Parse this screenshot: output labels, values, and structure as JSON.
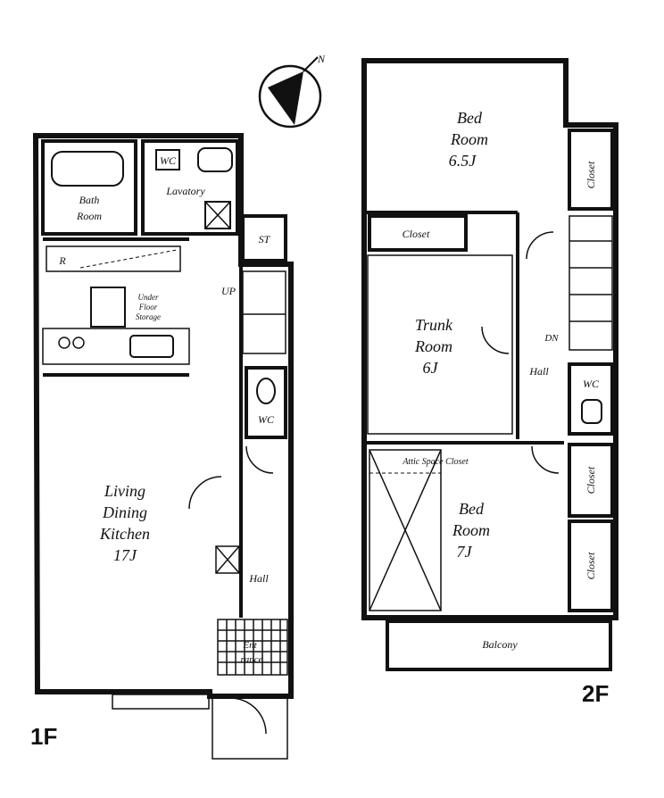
{
  "floor_1": {
    "floor_label": "1F",
    "rooms": {
      "bath": [
        "Bath",
        "Room"
      ],
      "wc_mark": "WC",
      "lavatory": "Lavatory",
      "st": "ST",
      "refrigerator": "R",
      "under_floor_storage": [
        "Under",
        "Floor",
        "Storage"
      ],
      "up": "UP",
      "wc": "WC",
      "ldk": [
        "Living",
        "Dining",
        "Kitchen",
        "17J"
      ],
      "hall": "Hall",
      "entrance": [
        "Ent",
        "rance"
      ]
    }
  },
  "floor_2": {
    "floor_label": "2F",
    "rooms": {
      "bedroom_1": [
        "Bed",
        "Room",
        "6.5J"
      ],
      "closet_top": "Closet",
      "closet_right_1": "Closet",
      "trunk_room": [
        "Trunk",
        "Room",
        "6J"
      ],
      "dn": "DN",
      "hall": "Hall",
      "wc": "WC",
      "attic_space_closet": "Attic Space Closet",
      "closet_right_2": "Closet",
      "bedroom_2": [
        "Bed",
        "Room",
        "7J"
      ],
      "closet_right_3": "Closet",
      "balcony": "Balcony"
    }
  },
  "compass": {
    "north_label": "N"
  },
  "colors": {
    "line": "#111111",
    "background": "#ffffff"
  }
}
